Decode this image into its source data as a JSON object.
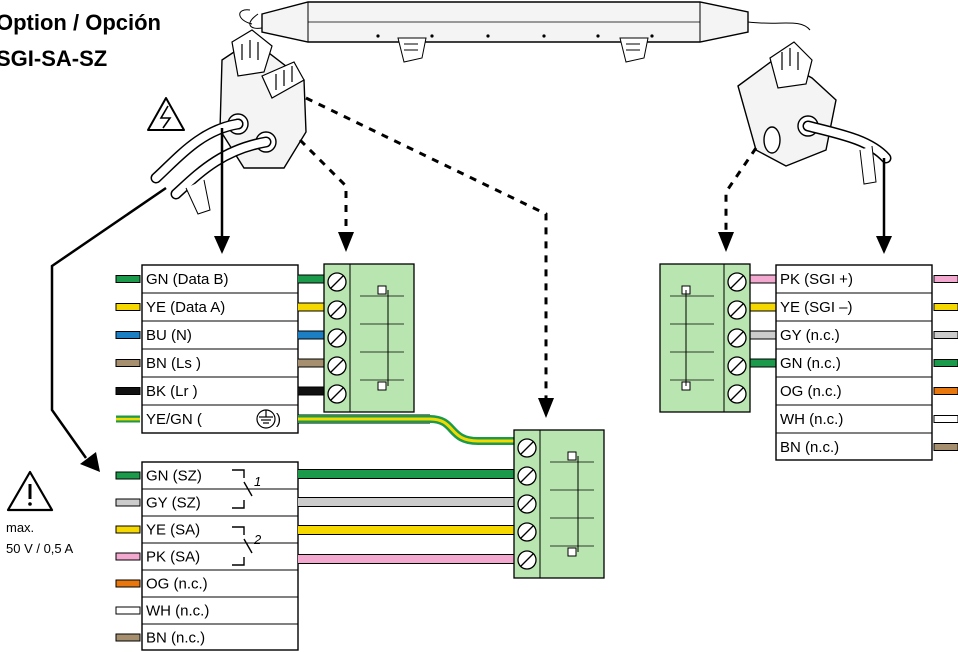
{
  "title": {
    "line1": "Option / Opción",
    "line2": "SGI-SA-SZ"
  },
  "warning": {
    "max_label": "max.",
    "rating_label": "50 V / 0,5 A"
  },
  "colors": {
    "GN": "#1a9a4a",
    "YE": "#f5d800",
    "BU": "#1c7fc4",
    "BN": "#a58f6e",
    "BK": "#111111",
    "GY": "#cccccc",
    "PK": "#f3a9cf",
    "OG": "#e8780e",
    "WH": "#ffffff",
    "terminal": "#b9e6b0"
  },
  "left_cable": [
    {
      "color": "GN",
      "text": "GN (Data B)"
    },
    {
      "color": "YE",
      "text": "YE (Data A)"
    },
    {
      "color": "BU",
      "text": "BU (N)"
    },
    {
      "color": "BN",
      "text": "BN (Ls )"
    },
    {
      "color": "BK",
      "text": "BK (Lr )"
    },
    {
      "color": "YEGN",
      "text": "YE/GN ("
    }
  ],
  "option_cable": [
    {
      "color": "GN",
      "text": "GN (SZ)"
    },
    {
      "color": "GY",
      "text": "GY (SZ)"
    },
    {
      "color": "YE",
      "text": "YE (SA)"
    },
    {
      "color": "PK",
      "text": "PK (SA)"
    },
    {
      "color": "OG",
      "text": "OG (n.c.)"
    },
    {
      "color": "WH",
      "text": "WH (n.c.)"
    },
    {
      "color": "BN",
      "text": "BN (n.c.)"
    }
  ],
  "right_cable": [
    {
      "color": "PK",
      "text": "PK (SGI +)"
    },
    {
      "color": "YE",
      "text": "YE (SGI –)"
    },
    {
      "color": "GY",
      "text": "GY (n.c.)"
    },
    {
      "color": "GN",
      "text": "GN (n.c.)"
    },
    {
      "color": "OG",
      "text": "OG (n.c.)"
    },
    {
      "color": "WH",
      "text": "WH (n.c.)"
    },
    {
      "color": "BN",
      "text": "BN (n.c.)"
    }
  ],
  "relay_labels": {
    "relay1": "1",
    "relay2": "2"
  },
  "icons": {
    "high_voltage": "lightning-warning-icon",
    "caution": "exclamation-warning-icon",
    "earth": "protective-earth-icon",
    "screw": "terminal-screw-icon"
  }
}
